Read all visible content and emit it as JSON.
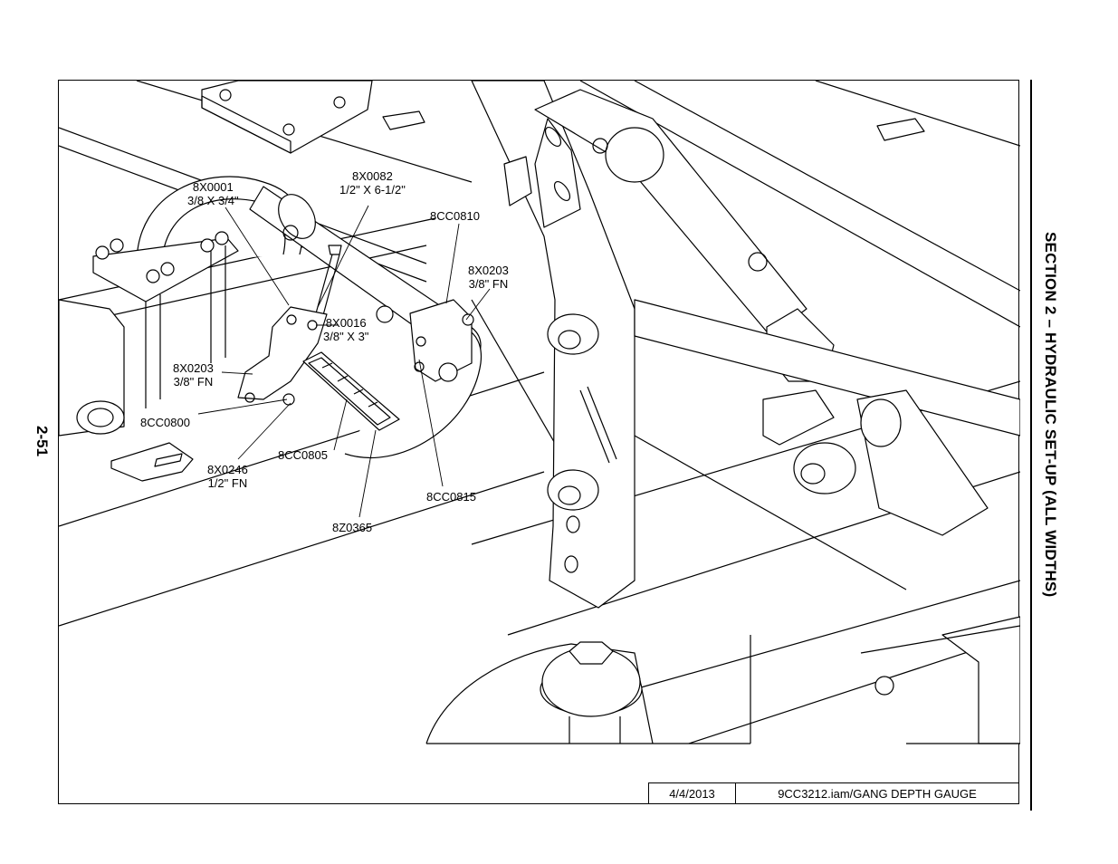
{
  "document": {
    "section_title": "SECTION 2 – HYDRAULIC SET-UP (ALL WIDTHS)",
    "page_number": "2-51"
  },
  "title_block": {
    "date": "4/4/2013",
    "file": "9CC3212.iam/GANG DEPTH GAUGE"
  },
  "callouts": [
    {
      "id": "8X0001",
      "lines": [
        "8X0001",
        "3/8 X 3/4\""
      ]
    },
    {
      "id": "8X0082",
      "lines": [
        "8X0082",
        "1/2\" X 6-1/2\""
      ]
    },
    {
      "id": "8CC0810",
      "lines": [
        "8CC0810"
      ]
    },
    {
      "id": "8X0203a",
      "lines": [
        "8X0203",
        "3/8\" FN"
      ]
    },
    {
      "id": "8X0016",
      "lines": [
        "8X0016",
        "3/8\" X 3\""
      ]
    },
    {
      "id": "8X0203b",
      "lines": [
        "8X0203",
        "3/8\" FN"
      ]
    },
    {
      "id": "8CC0800",
      "lines": [
        "8CC0800"
      ]
    },
    {
      "id": "8X0246",
      "lines": [
        "8X0246",
        "1/2\" FN"
      ]
    },
    {
      "id": "8CC0805",
      "lines": [
        "8CC0805"
      ]
    },
    {
      "id": "8CC0815",
      "lines": [
        "8CC0815"
      ]
    },
    {
      "id": "8Z0365",
      "lines": [
        "8Z0365"
      ]
    }
  ]
}
